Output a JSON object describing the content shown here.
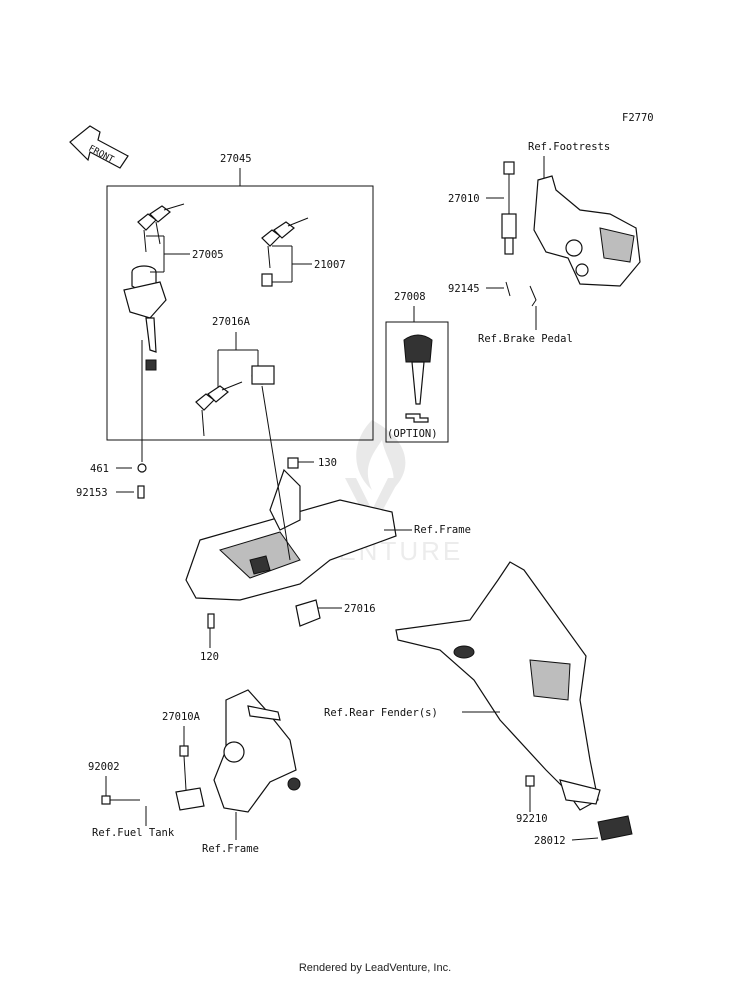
{
  "diagram": {
    "code": "F2770",
    "front_label": "FRONT",
    "watermark": "VENTURE",
    "footer": "Rendered by LeadVenture, Inc.",
    "callouts": [
      {
        "id": "27045",
        "text": "27045"
      },
      {
        "id": "27005",
        "text": "27005"
      },
      {
        "id": "21007",
        "text": "21007"
      },
      {
        "id": "27016A",
        "text": "27016A"
      },
      {
        "id": "461",
        "text": "461"
      },
      {
        "id": "92153",
        "text": "92153"
      },
      {
        "id": "130",
        "text": "130"
      },
      {
        "id": "ref-frame-1",
        "text": "Ref.Frame"
      },
      {
        "id": "27016",
        "text": "27016"
      },
      {
        "id": "120",
        "text": "120"
      },
      {
        "id": "27008",
        "text": "27008"
      },
      {
        "id": "option",
        "text": "(OPTION)"
      },
      {
        "id": "ref-footrests",
        "text": "Ref.Footrests"
      },
      {
        "id": "27010",
        "text": "27010"
      },
      {
        "id": "92145",
        "text": "92145"
      },
      {
        "id": "ref-brake-pedal",
        "text": "Ref.Brake Pedal"
      },
      {
        "id": "ref-rear-fender",
        "text": "Ref.Rear Fender(s)"
      },
      {
        "id": "92210",
        "text": "92210"
      },
      {
        "id": "28012",
        "text": "28012"
      },
      {
        "id": "27010A",
        "text": "27010A"
      },
      {
        "id": "92002",
        "text": "92002"
      },
      {
        "id": "ref-fuel-tank",
        "text": "Ref.Fuel Tank"
      },
      {
        "id": "ref-frame-2",
        "text": "Ref.Frame"
      }
    ]
  }
}
